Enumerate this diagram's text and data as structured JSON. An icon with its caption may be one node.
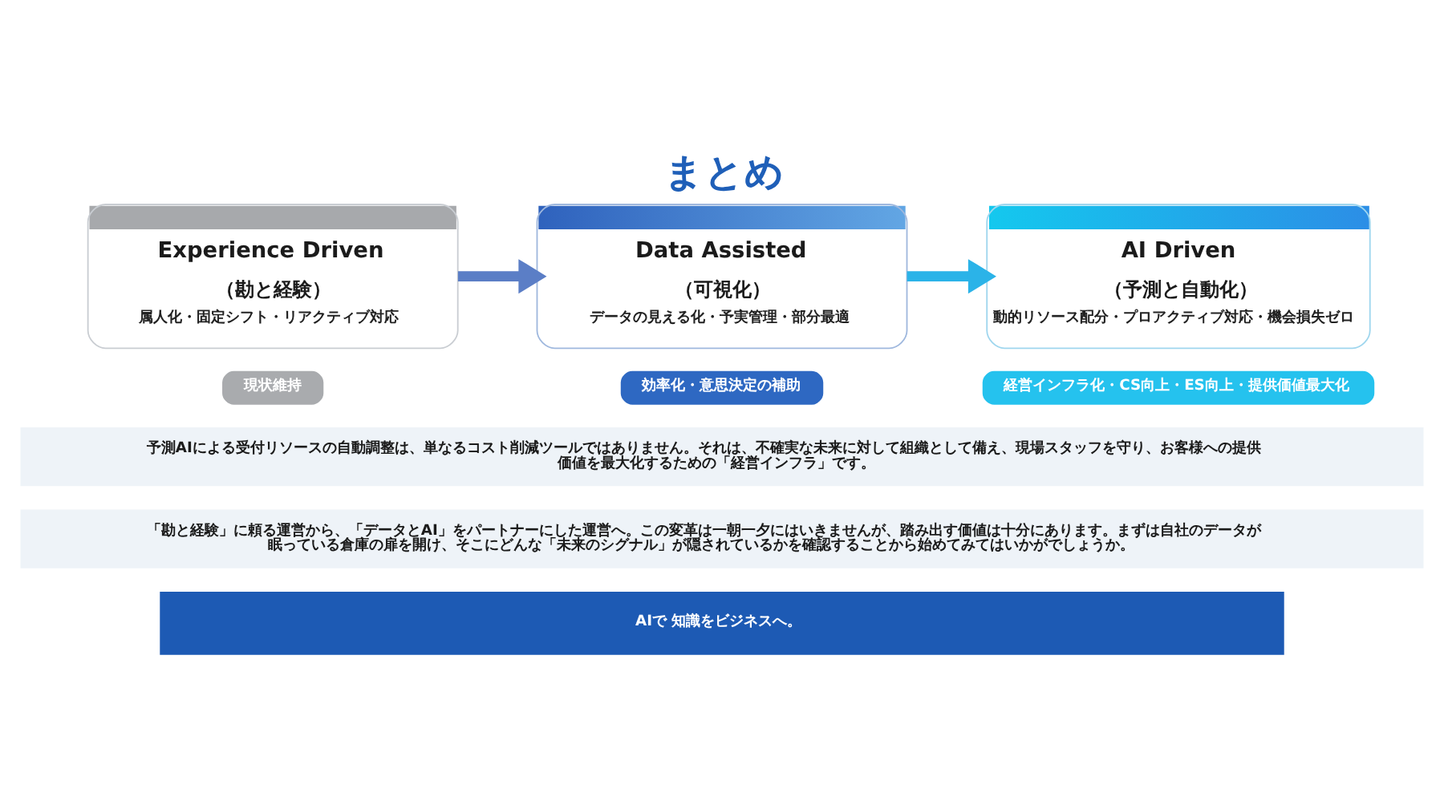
{
  "diagram": {
    "title": "まとめ",
    "nodes": [
      {
        "text": [
          "Experience Driven",
          "（勘と経験）",
          "属人化・固定シフト・リアクティブ対応"
        ]
      },
      {
        "text": [
          "Data Assisted",
          "（可視化）",
          "データの見える化・予実管理・部分最適"
        ]
      },
      {
        "text": [
          "AI Driven",
          "（予測と自動化）",
          "動的リソース配分・プロアクティブ対応・機会損失ゼロ"
        ]
      },
      {
        "text": [
          "現状維持"
        ]
      },
      {
        "text": [
          "効率化・意思決定の補助"
        ]
      },
      {
        "text": [
          "経営インフラ化・CS向上・ES向上・提供価値最大化"
        ]
      }
    ],
    "edges": [
      {
        "from": 0,
        "to": 1,
        "arrow": "to",
        "color": "#5b7ec6"
      },
      {
        "from": 1,
        "to": 2,
        "arrow": "to",
        "color": "#2bb3e8"
      }
    ],
    "labels": [
      "予測AIによる受付リソースの自動調整は、単なるコスト削減ツールではありません。それは、不確実な未来に対して組織として備え、現場スタッフを守り、お客様への提供価値を最大化するための「経営インフラ」です。",
      "「勘と経験」に頼る運営から、「データとAI」をパートナーにした運営へ。この変革は一朝一夕にはいきませんが、踏み出す価値は十分にあります。まずは自社のデータが眠っている倉庫の扉を開け、そこにどんな「未来のシグナル」が隠されているかを確認することから始めてみてはいかがでしょうか。",
      "AIで 知識をビジネスへ。"
    ]
  }
}
